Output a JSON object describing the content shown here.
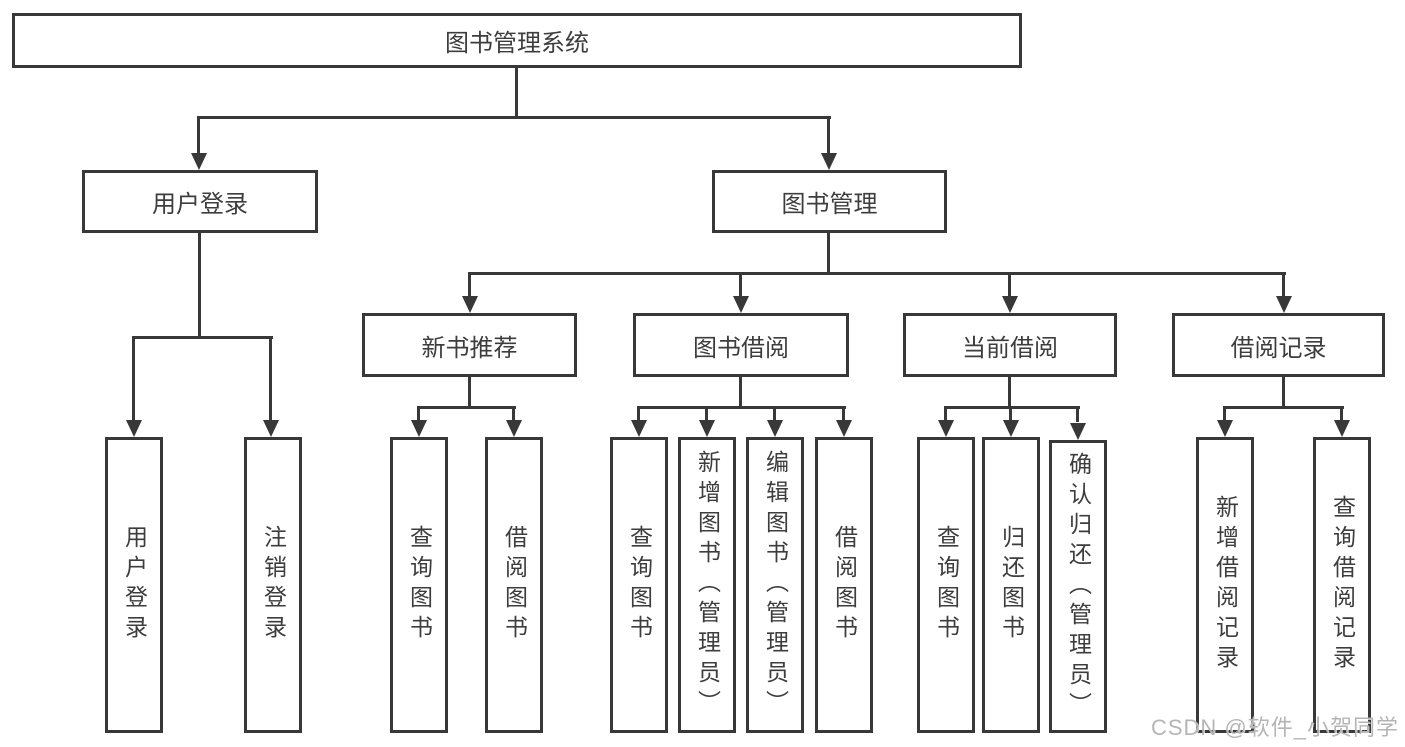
{
  "diagram_type": "hierarchy",
  "colors": {
    "line": "#383838",
    "box_fill": "#ffffff",
    "text": "#3d3d3d",
    "watermark": "#b5b5b5"
  },
  "tree": {
    "label": "图书管理系统",
    "children": [
      {
        "label": "用户登录",
        "children": [
          {
            "label": "用户登录"
          },
          {
            "label": "注销登录"
          }
        ]
      },
      {
        "label": "图书管理",
        "children": [
          {
            "label": "新书推荐",
            "children": [
              {
                "label": "查询图书"
              },
              {
                "label": "借阅图书"
              }
            ]
          },
          {
            "label": "图书借阅",
            "children": [
              {
                "label": "查询图书"
              },
              {
                "label": "新增图书（管理员）"
              },
              {
                "label": "编辑图书（管理员）"
              },
              {
                "label": "借阅图书"
              }
            ]
          },
          {
            "label": "当前借阅",
            "children": [
              {
                "label": "查询图书"
              },
              {
                "label": "归还图书"
              },
              {
                "label": "确认归还（管理员）"
              }
            ]
          },
          {
            "label": "借阅记录",
            "children": [
              {
                "label": "新增借阅记录"
              },
              {
                "label": "查询借阅记录"
              }
            ]
          }
        ]
      }
    ]
  },
  "watermark": {
    "text": "CSDN @软件_小贺同学"
  }
}
